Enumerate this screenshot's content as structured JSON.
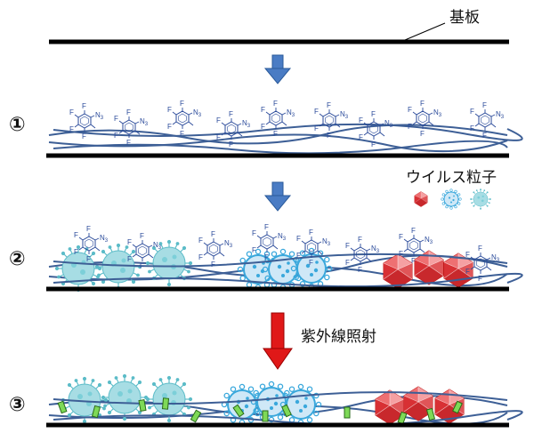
{
  "labels": {
    "substrate": "基板",
    "virus_particles": "ウイルス粒子",
    "uv_irradiation": "紫外線照射"
  },
  "steps": [
    "①",
    "②",
    "③"
  ],
  "chem": {
    "fluorine": "F",
    "azide": "N3"
  },
  "colors": {
    "substrate_line": "#000000",
    "fiber": "#3d5f96",
    "chem_text": "#2a4a9a",
    "arrow_blue": "#4a7cc4",
    "arrow_red": "#e01818",
    "virus_red": "#e03030",
    "virus_blue": "#3aa8dc",
    "virus_teal": "#7ccfd8",
    "linker_green": "#7ed957"
  }
}
